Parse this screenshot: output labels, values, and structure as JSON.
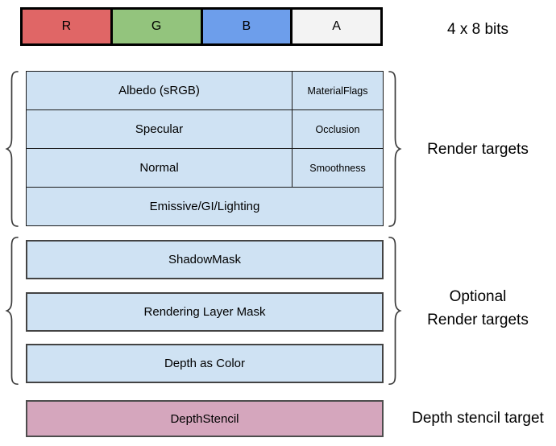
{
  "bits_row": {
    "caption": "4 x 8 bits",
    "channels": [
      {
        "label": "R",
        "fill": "#e06666"
      },
      {
        "label": "G",
        "fill": "#93c47d"
      },
      {
        "label": "B",
        "fill": "#6d9eeb"
      },
      {
        "label": "A",
        "fill": "#f3f3f3"
      }
    ]
  },
  "render_targets": {
    "brace_label": "Render targets",
    "fill": "#cfe2f3",
    "rows": [
      {
        "main": "Albedo (sRGB)",
        "alpha": "MaterialFlags"
      },
      {
        "main": "Specular",
        "alpha": "Occlusion"
      },
      {
        "main": "Normal",
        "alpha": "Smoothness"
      },
      {
        "main": "Emissive/GI/Lighting"
      }
    ]
  },
  "optional_render_targets": {
    "brace_label_line1": "Optional",
    "brace_label_line2": "Render targets",
    "fill": "#cfe2f3",
    "items": [
      "ShadowMask",
      "Rendering Layer Mask",
      "Depth as Color"
    ]
  },
  "depth_stencil": {
    "box_label": "DepthStencil",
    "fill": "#d5a6bd",
    "caption": "Depth stencil target"
  }
}
